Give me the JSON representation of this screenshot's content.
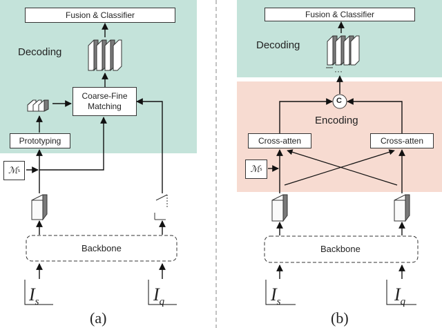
{
  "panel_a": {
    "fusion": "Fusion & Classifier",
    "decoding": "Decoding",
    "matching_line1": "Coarse-Fine",
    "matching_line2": "Matching",
    "prototyping": "Prototyping",
    "mask_symbol": "ℳ",
    "mask_sub": "s",
    "backbone": "Backbone",
    "support_symbol": "I",
    "support_sub": "s",
    "query_symbol": "I",
    "query_sub": "q",
    "caption": "(a)"
  },
  "panel_b": {
    "fusion": "Fusion & Classifier",
    "decoding": "Decoding",
    "ellipsis": "···",
    "concat": "C",
    "encoding": "Encoding",
    "cross_left": "Cross-atten",
    "cross_right": "Cross-atten",
    "mask_symbol": "ℳ",
    "mask_sub": "s",
    "backbone": "Backbone",
    "support_symbol": "I",
    "support_sub": "s",
    "query_symbol": "I",
    "query_sub": "q",
    "caption": "(b)"
  },
  "colors": {
    "decoding_bg": "#c4e3da",
    "encoding_bg": "#f7dbd1",
    "line": "#111111",
    "divider": "#999999"
  }
}
